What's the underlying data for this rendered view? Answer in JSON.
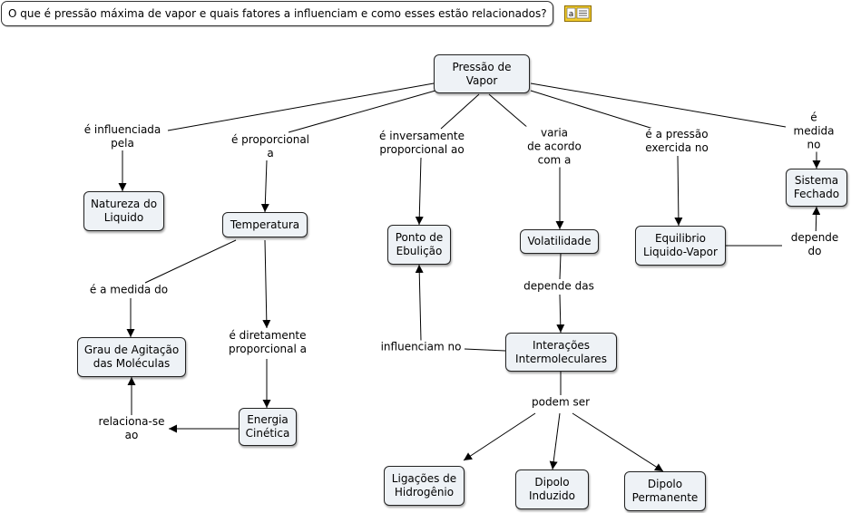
{
  "question": "O que é pressão máxima de vapor e quais fatores a influenciam e como esses estão relacionados?",
  "icons": {
    "notes": "notes-icon"
  },
  "colors": {
    "node_fill": "#eef2f6",
    "line": "#000000",
    "icon_yellow": "#f3cc2c"
  },
  "nodes": {
    "pressao": "Pressão de\nVapor",
    "natureza": "Natureza do\nLiquido",
    "temperatura": "Temperatura",
    "ebulicao": "Ponto de\nEbulição",
    "volatilidade": "Volatilidade",
    "equilibrio": "Equilibrio\nLiquido-Vapor",
    "sistema": "Sistema\nFechado",
    "agitacao": "Grau de Agitação\ndas Moléculas",
    "energia": "Energia\nCinética",
    "interacoes": "Interações\nIntermoleculares",
    "ligacoes": "Ligações de\nHidrogênio",
    "induzido": "Dipolo\nInduzido",
    "permanente": "Dipolo\nPermanente"
  },
  "labels": {
    "influenciada": "é influenciada\npela",
    "proporcional": "é proporcional\na",
    "inversamente": "é inversamente\nproporcional ao",
    "varia": "varia\nde acordo\ncom a",
    "exercida": "é a pressão\nexercida no",
    "medida_no": "é medida no",
    "depende_do": "depende do",
    "medida_do": "é a medida do",
    "diretamente": "é diretamente\nproporcional a",
    "relaciona": "relaciona-se\nao",
    "depende_das": "depende das",
    "influenciam": "influenciam no",
    "podem_ser": "podem ser"
  }
}
